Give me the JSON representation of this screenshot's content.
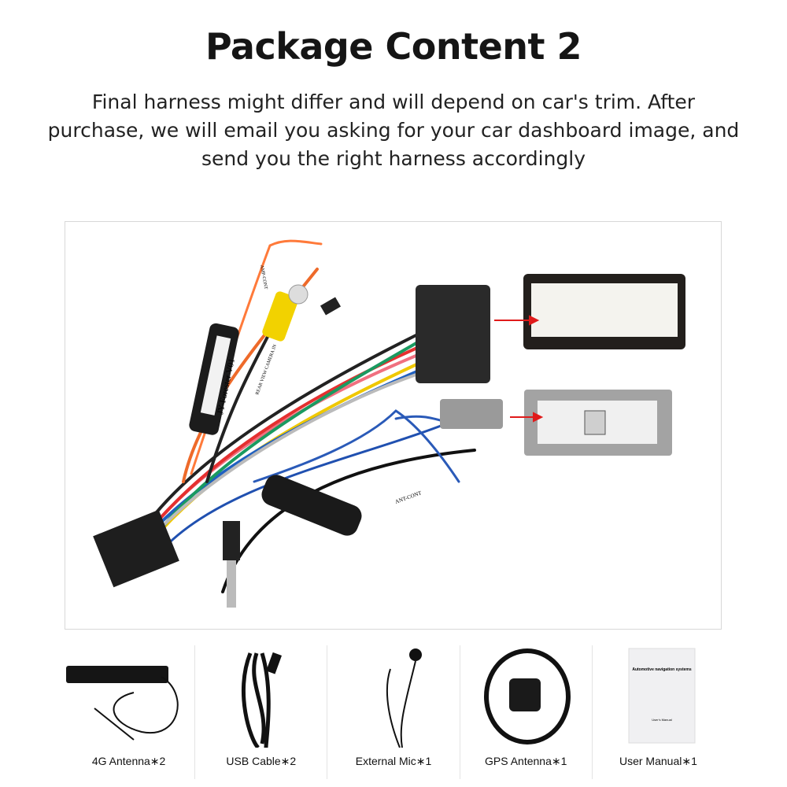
{
  "header": {
    "title": "Package Content 2",
    "subtitle": "Final harness might differ and will depend on car's trim. After purchase, we will email you asking for your car dashboard image, and send you the right harness accordingly"
  },
  "harness": {
    "labels": {
      "module": "JY-Forester V01",
      "amp": "AMP-CONT",
      "camera": "REAR VIEW CAMERA IN",
      "ant": "ANT-CONT"
    },
    "arrow_color": "#e01b1b"
  },
  "items": [
    {
      "label": "4G Antenna∗2",
      "icon": "4g-antenna"
    },
    {
      "label": "USB Cable∗2",
      "icon": "usb-cable"
    },
    {
      "label": "External Mic∗1",
      "icon": "microphone"
    },
    {
      "label": "GPS Antenna∗1",
      "icon": "gps-antenna"
    },
    {
      "label": "User Manual∗1",
      "icon": "user-manual",
      "manual_title": "Automotive navigation systems",
      "manual_footer": "User's Manual"
    }
  ]
}
